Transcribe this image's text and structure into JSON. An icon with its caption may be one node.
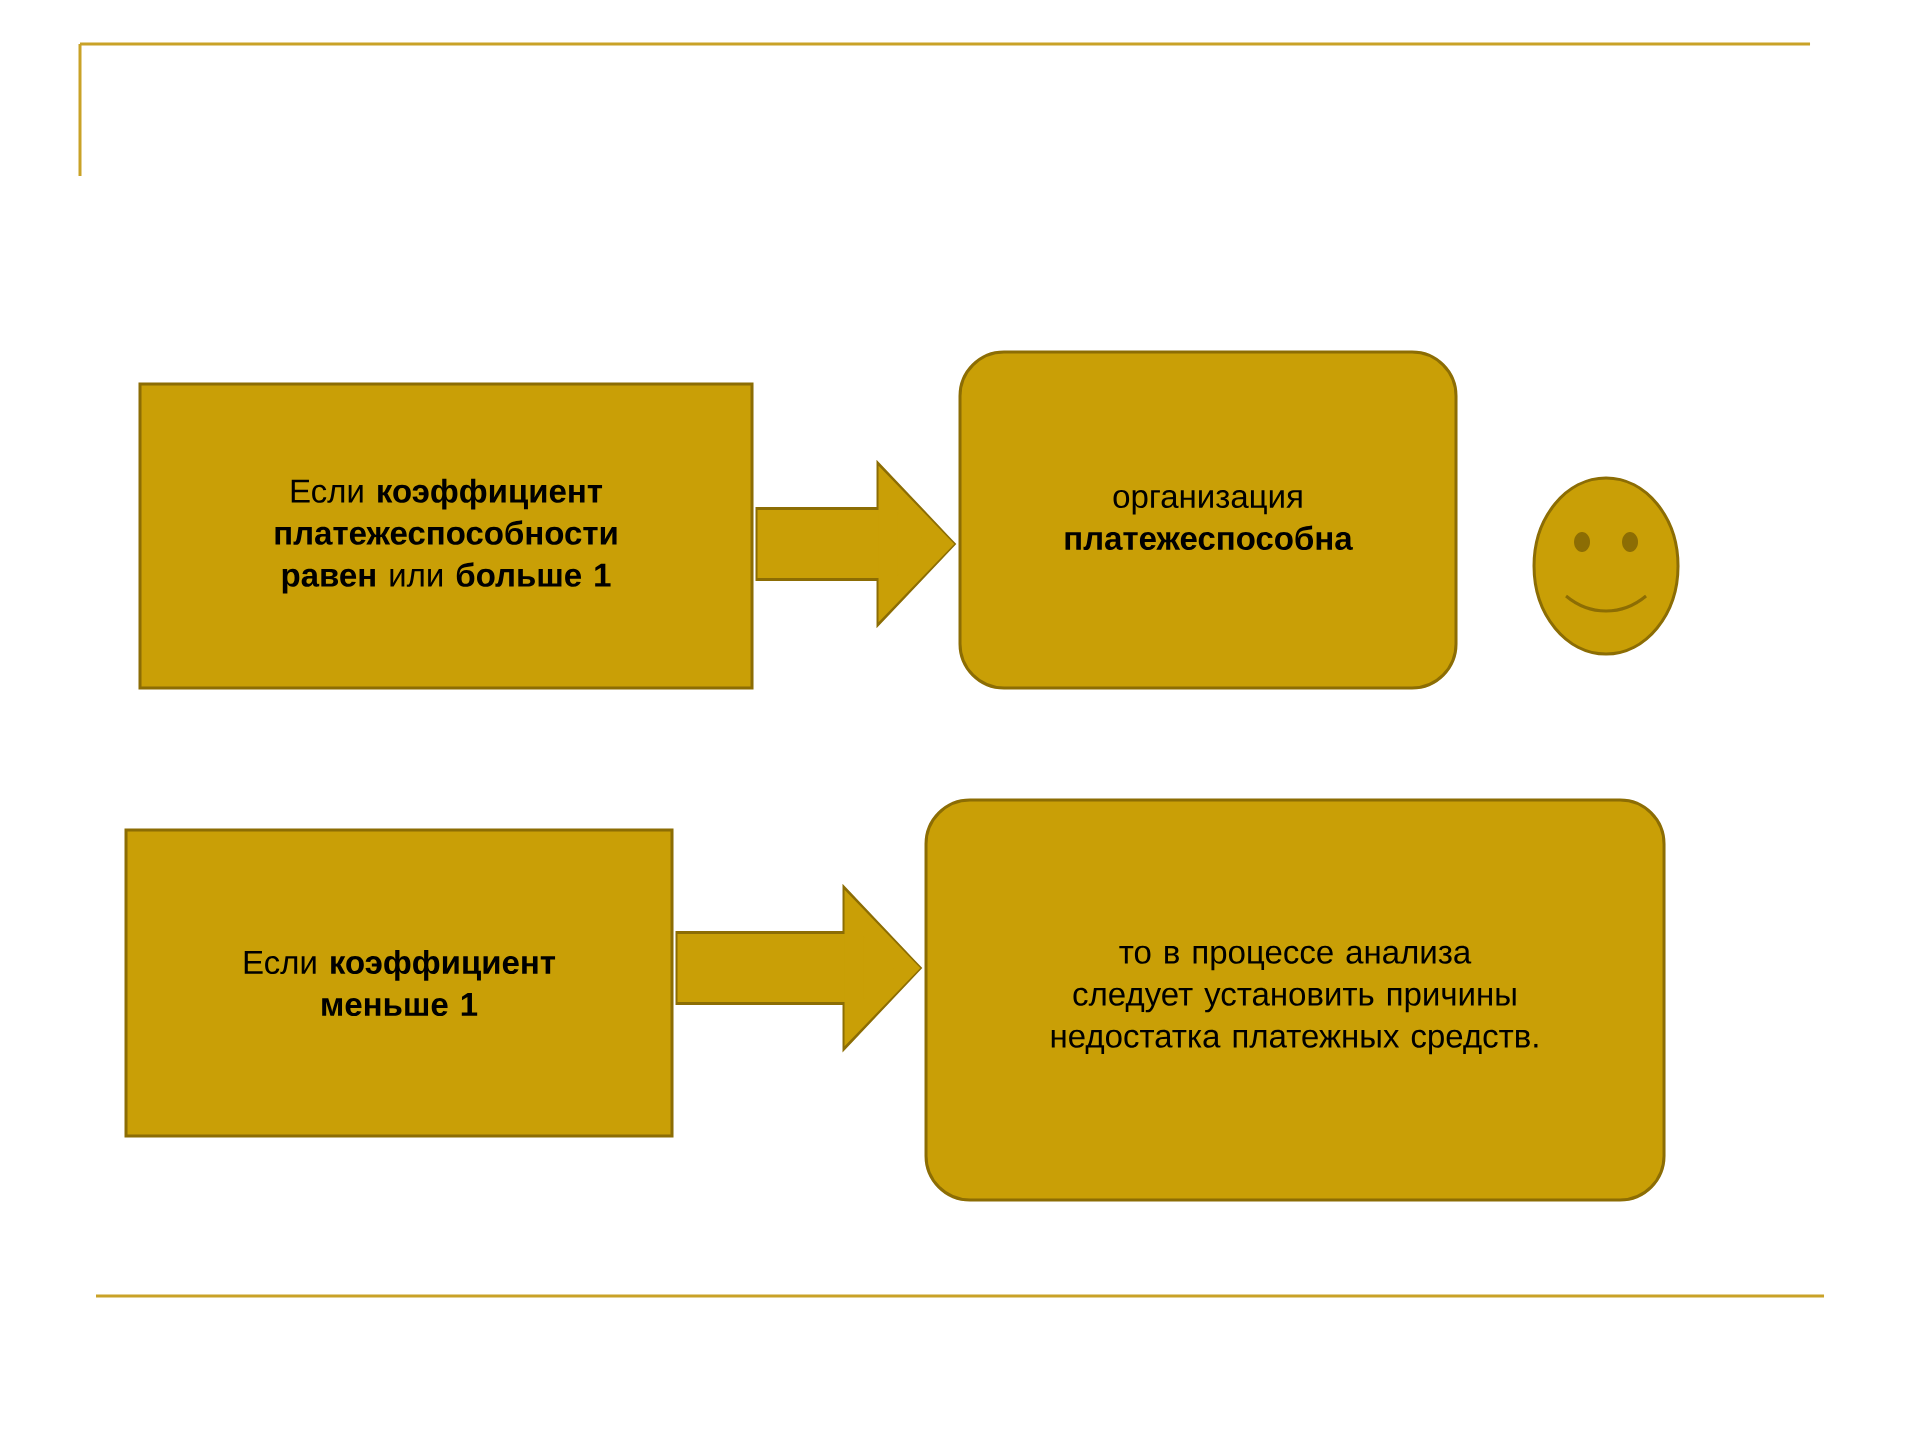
{
  "diagram": {
    "nodes": [
      {
        "text": [
          "Если **коэффициент платежеспособности равен** или **больше 1**"
        ]
      },
      {
        "text": [
          "организация **платежеспособна**"
        ]
      },
      {
        "text": [],
        "shape": "smiley"
      },
      {
        "text": [
          "Если **коэффициент меньше 1**"
        ]
      },
      {
        "text": [
          "то в процессе анализа следует установить причины недостатка платежных средств."
        ]
      }
    ],
    "edges": [
      {
        "from": 0,
        "to": 1,
        "arrow": "to"
      },
      {
        "from": 3,
        "to": 4,
        "arrow": "to"
      }
    ]
  }
}
